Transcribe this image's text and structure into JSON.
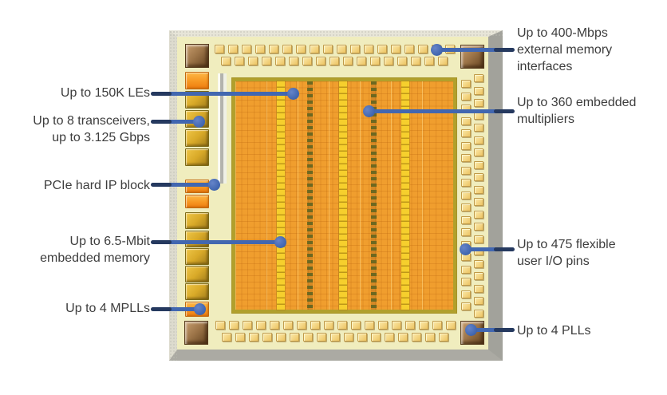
{
  "figure": {
    "labels": {
      "memory_interfaces": "Up to 400-Mbps\nexternal memory\ninterfaces",
      "logic_elements": "Up to 150K LEs",
      "transceivers": "Up to 8 transceivers,\nup to 3.125 Gbps",
      "embedded_multipliers": "Up to 360 embedded\nmultipliers",
      "pcie": "PCIe hard IP block",
      "embedded_memory": "Up to 6.5-Mbit\nembedded memory",
      "user_io": "Up to 475 flexible\nuser I/O pins",
      "mplls": "Up to 4 MPLLs",
      "plls": "Up to 4 PLLs"
    },
    "colors": {
      "callout_blue": "#4267b0",
      "callout_navy": "#25395f",
      "label_text": "#3d3d3d",
      "die_body": "#f0edbe",
      "core_fabric_orange": "#f09e2e",
      "memory_column_yellow": "#f6cf2d",
      "multiplier_column_olive": "#6d6820",
      "transceiver_gold": "#d8a928",
      "hard_ip_orange": "#f79722",
      "corner_pll_brown": "#9c7448",
      "io_pad_yellow": "#f5d98b",
      "package_shadow_gray": "#a2a29b"
    }
  }
}
